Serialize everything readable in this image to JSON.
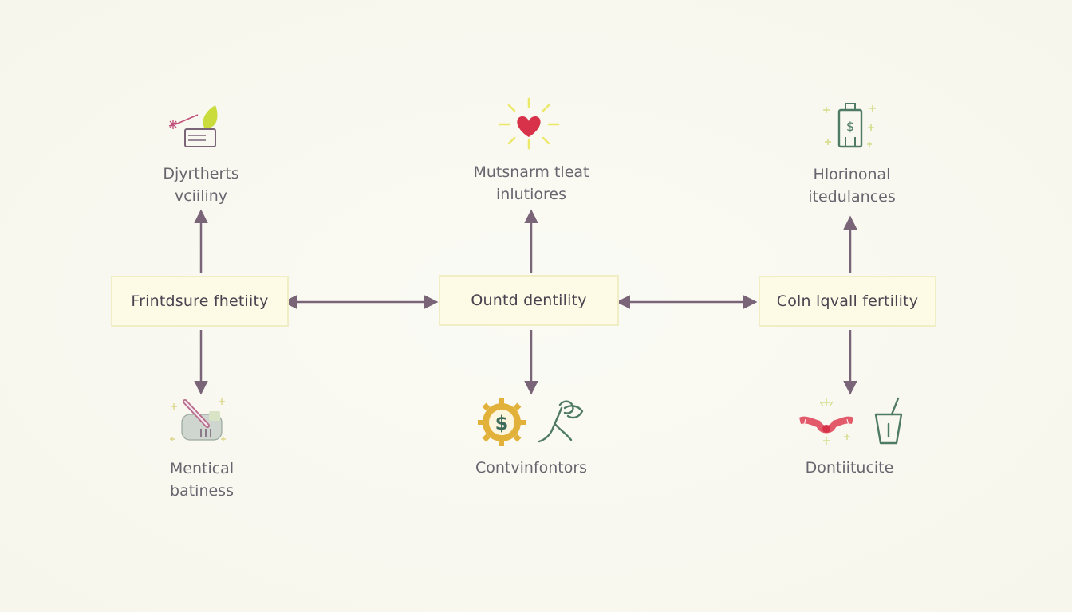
{
  "nodes": {
    "left": "Frintdsure fhetiity",
    "center": "Ountd dentility",
    "right": "Coln lqvall fertility"
  },
  "labels": {
    "top_left": "Djyrtherts\nvciiliny",
    "top_center": "Mutsnarm tleat\ninlutiores",
    "top_right": "Hlorinonal\nitedulances",
    "bottom_left": "Mentical\nbatiness",
    "bottom_center": "Contvinfontors",
    "bottom_right": "Dontiitucite"
  },
  "icons": {
    "top_left": "leaf-and-tray-icon",
    "top_center": "glowing-heart-icon",
    "top_right": "lantern-dollar-icon",
    "bottom_left": "medical-kit-icon",
    "bottom_center": [
      "dollar-gear-icon",
      "walking-figure-icon"
    ],
    "bottom_right": [
      "uterus-icon",
      "glass-icon"
    ]
  },
  "colors": {
    "arrow": "#7a6478",
    "node_fill": "#fdfbe6",
    "node_border": "#f1edc4",
    "heart": "#d8324a",
    "sun": "#ece86a",
    "leaf": "#c9dc3c",
    "dollar_gold": "#e2b13a",
    "green_teal": "#4f7a66",
    "uterus": "#e35a6a"
  }
}
